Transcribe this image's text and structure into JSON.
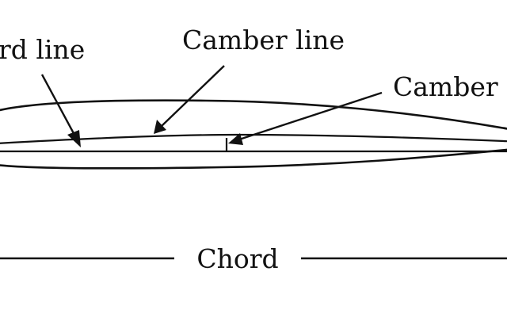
{
  "labels": {
    "chord_line": "rd line",
    "camber_line": "Camber line",
    "camber": "Camber",
    "chord": "Chord"
  }
}
